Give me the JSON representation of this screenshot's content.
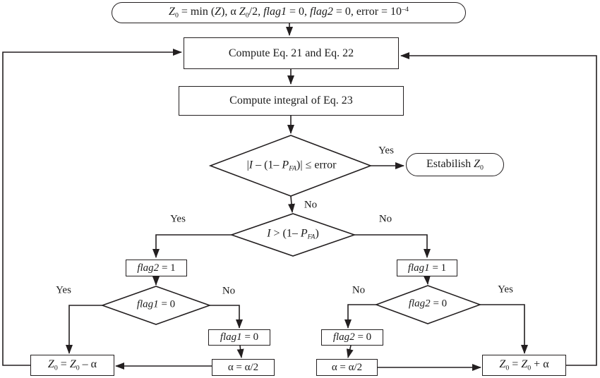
{
  "figure": {
    "type": "flowchart",
    "background": "#ffffff",
    "line_color": "#231f20",
    "text_color": "#1a1a1a"
  },
  "labels": {
    "yes": "Yes",
    "no": "No"
  },
  "nodes": {
    "start": {
      "shape": "oval",
      "parts": [
        "Z",
        "0",
        " = min (",
        "Z",
        "), α ",
        "Z",
        "0",
        "/2, ",
        "flag1",
        " = 0, ",
        "flag2",
        " = 0, error = 10",
        "–4"
      ]
    },
    "compute1": {
      "shape": "box",
      "parts": [
        "Compute Eq. 21 and Eq. 22"
      ]
    },
    "compute2": {
      "shape": "box",
      "parts": [
        "Compute integral of Eq. 23"
      ]
    },
    "d1": {
      "shape": "diamond",
      "parts": [
        "|",
        "I",
        " – (1– ",
        "P",
        "FA",
        ")| ≤ error"
      ]
    },
    "establish": {
      "shape": "oval",
      "parts": [
        "Estabilish ",
        "Z",
        "0"
      ]
    },
    "d2": {
      "shape": "diamond",
      "parts": [
        "I",
        " > (1– ",
        "P",
        "FA",
        ")"
      ]
    },
    "flag2_1": {
      "shape": "box",
      "parts": [
        "flag2",
        " = 1"
      ]
    },
    "d3": {
      "shape": "diamond",
      "parts": [
        "flag1",
        " = 0"
      ]
    },
    "flag1_0": {
      "shape": "box",
      "parts": [
        "flag1",
        " = 0"
      ]
    },
    "alpha_l": {
      "shape": "box",
      "parts": [
        "α = α/2"
      ]
    },
    "z_minus": {
      "shape": "box",
      "parts": [
        "Z",
        "0",
        " = ",
        "Z",
        "0",
        " – α"
      ]
    },
    "flag1_1": {
      "shape": "box",
      "parts": [
        "flag1",
        " = 1"
      ]
    },
    "d4": {
      "shape": "diamond",
      "parts": [
        "flag2",
        " = 0"
      ]
    },
    "flag2_0": {
      "shape": "box",
      "parts": [
        "flag2",
        " = 0"
      ]
    },
    "alpha_r": {
      "shape": "box",
      "parts": [
        "α = α/2"
      ]
    },
    "z_plus": {
      "shape": "box",
      "parts": [
        "Z",
        "0",
        " = ",
        "Z",
        "0",
        " + α"
      ]
    }
  }
}
